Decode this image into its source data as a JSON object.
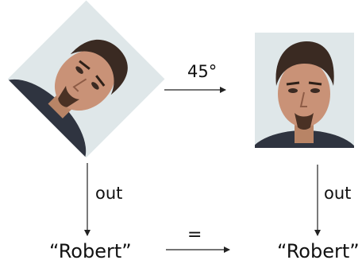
{
  "rotation_label": "45°",
  "left_branch": {
    "out_label": "out",
    "output_value": "“Robert”"
  },
  "right_branch": {
    "out_label": "out",
    "output_value": "“Robert”"
  },
  "equality_label": "=",
  "images": {
    "left_photo": "portrait-face-rotated",
    "right_photo": "portrait-face-upright"
  },
  "colors": {
    "background": "#ffffff",
    "arrow": "#222222",
    "text": "#111111",
    "photo_backdrop": "#dfe7e9"
  }
}
